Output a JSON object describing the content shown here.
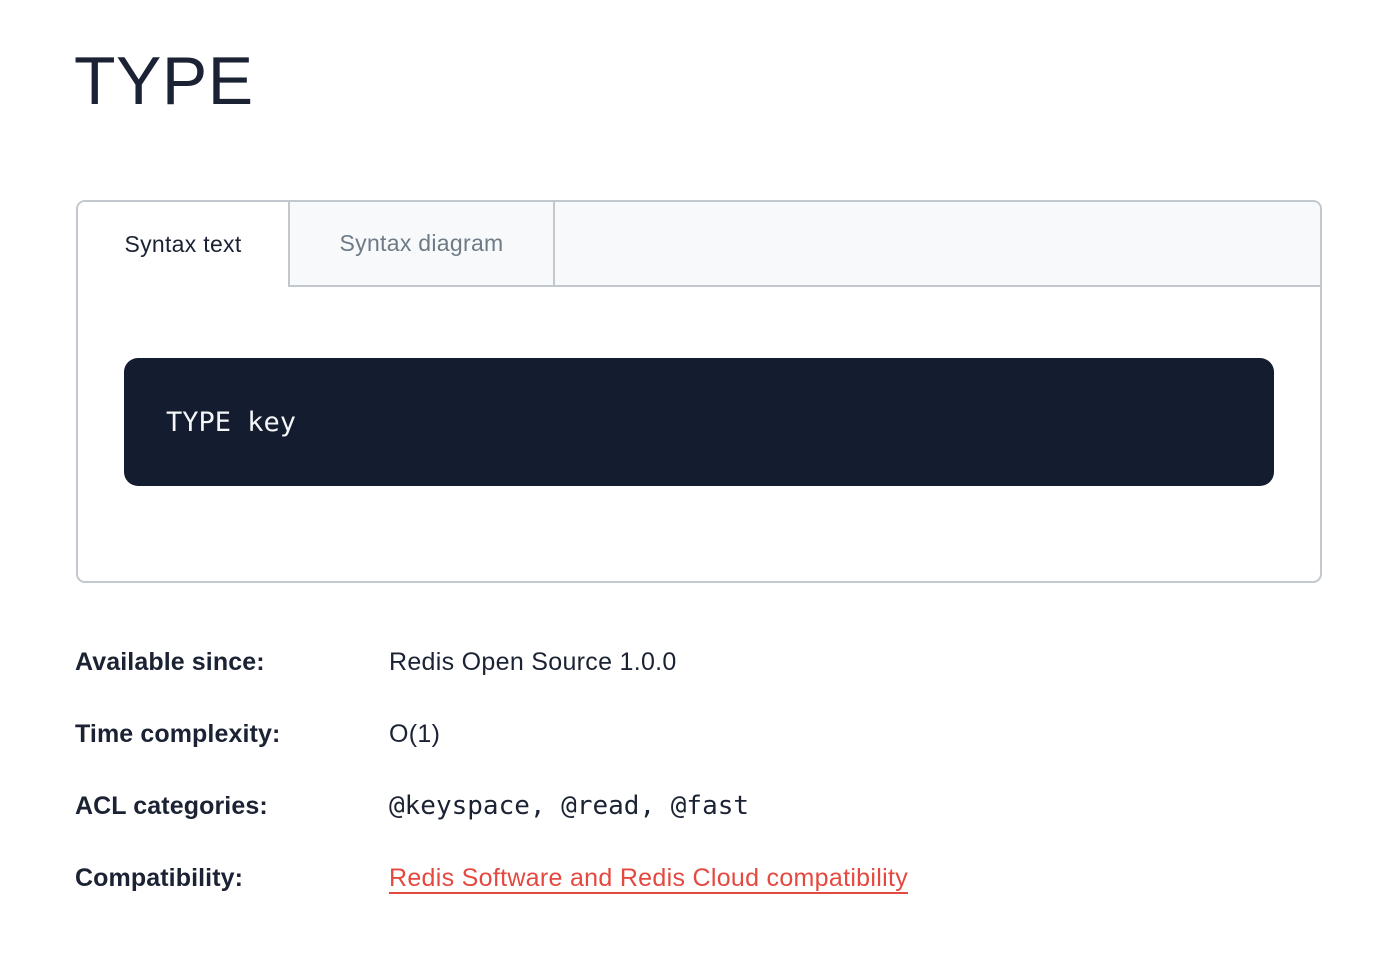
{
  "page_title": "TYPE",
  "tabs": {
    "items": [
      {
        "label": "Syntax text",
        "active": true
      },
      {
        "label": "Syntax diagram",
        "active": false
      }
    ]
  },
  "syntax": {
    "code": "TYPE key"
  },
  "metadata": {
    "rows": [
      {
        "label": "Available since:",
        "value": "Redis Open Source 1.0.0",
        "kind": "text"
      },
      {
        "label": "Time complexity:",
        "value": "O(1)",
        "kind": "text"
      },
      {
        "label": "ACL categories:",
        "value": "@keyspace, @read, @fast",
        "kind": "code"
      },
      {
        "label": "Compatibility:",
        "value": "Redis Software and Redis Cloud compatibility",
        "kind": "link"
      }
    ]
  },
  "colors": {
    "text_navy": "#1b2233",
    "code_block_bg": "#141c30",
    "code_text": "#f5f6f7",
    "panel_border": "#c2c8ce",
    "tabbar_bg": "#f8f9fa",
    "inactive_tab_text": "#6e7b87",
    "link_red": "#e5483f"
  }
}
